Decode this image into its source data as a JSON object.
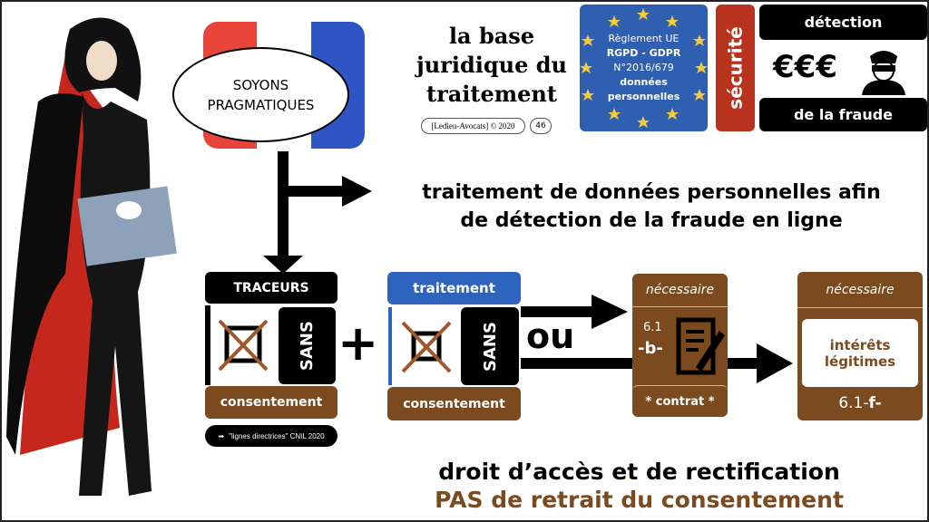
{
  "bubble": {
    "line1": "SOYONS",
    "line2": "PRAGMATIQUES"
  },
  "title": {
    "line1": "la base",
    "line2": "juridique du",
    "line3": "traitement"
  },
  "credit": {
    "text": "[Ledieu-Avocats] © 2020",
    "page": "46"
  },
  "eu_box": {
    "line1": "Règlement UE",
    "line2": "RGPD - GDPR",
    "line3": "N°2016/679",
    "line4": "données",
    "line5": "personnelles"
  },
  "security": {
    "label": "sécurité",
    "top": "détection",
    "money": "€€€",
    "bottom": "de la fraude"
  },
  "purpose": {
    "line1": "traitement de données personnelles afin",
    "line2": "de détection de la fraude en ligne"
  },
  "traceurs": {
    "header": "TRACEURS",
    "sans": "SANS",
    "footer": "consentement",
    "note": "\"lignes directrices\" CNIL 2020"
  },
  "plus": "+",
  "traitement": {
    "header": "traitement",
    "sans": "SANS",
    "footer": "consentement"
  },
  "ou": "ou",
  "contrat": {
    "header": "nécessaire",
    "article": "6.1",
    "letter": "-b-",
    "footer": "* contrat *"
  },
  "interets": {
    "header": "nécessaire",
    "line1": "intérêts",
    "line2": "légitimes",
    "article": "6.1-",
    "letter": "f-"
  },
  "bottom": {
    "line1": "droit d’accès et de rectification",
    "line2": "PAS de retrait du consentement"
  },
  "colors": {
    "brown": "#7b4a1e",
    "blue": "#2f63c0",
    "red": "#b8321e",
    "eu_blue": "#2f5fb0"
  }
}
